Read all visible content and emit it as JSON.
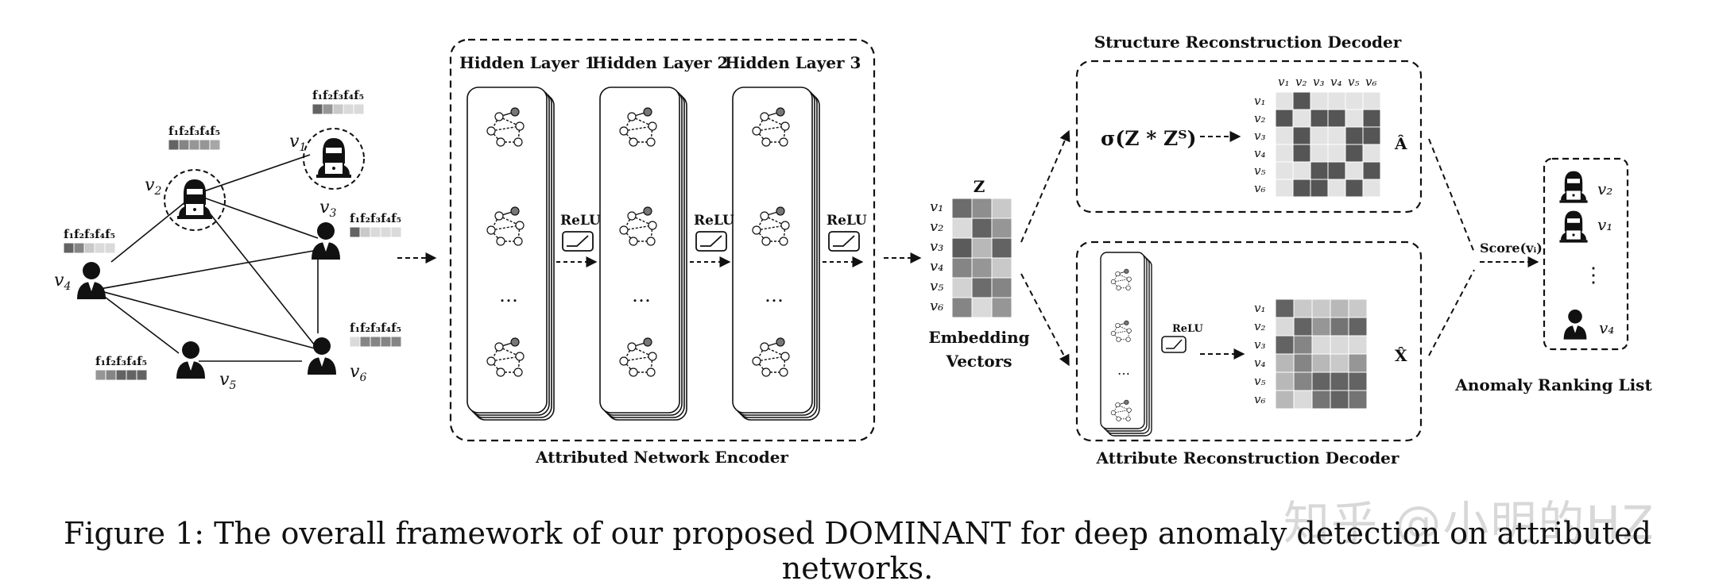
{
  "graph": {
    "nodes": {
      "v1": {
        "label": "v",
        "sub": "1",
        "anomalous": true
      },
      "v2": {
        "label": "v",
        "sub": "2",
        "anomalous": true
      },
      "v3": {
        "label": "v",
        "sub": "3",
        "anomalous": false
      },
      "v4": {
        "label": "v",
        "sub": "4",
        "anomalous": false
      },
      "v5": {
        "label": "v",
        "sub": "5",
        "anomalous": false
      },
      "v6": {
        "label": "v",
        "sub": "6",
        "anomalous": false
      }
    },
    "feature_label": "f₁f₂f₃f₄f₅"
  },
  "encoder": {
    "title": "Attributed Network Encoder",
    "layers": [
      "Hidden Layer 1",
      "Hidden Layer 2",
      "Hidden Layer 3"
    ],
    "activation": "ReLU",
    "ellipsis": "…"
  },
  "embedding": {
    "symbol": "Z",
    "title_line1": "Embedding",
    "title_line2": "Vectors",
    "rows": [
      "v₁",
      "v₂",
      "v₃",
      "v₄",
      "v₅",
      "v₆"
    ],
    "cells": [
      [
        0.75,
        0.55,
        0.2
      ],
      [
        0.1,
        0.8,
        0.5
      ],
      [
        0.85,
        0.3,
        0.8
      ],
      [
        0.6,
        0.5,
        0.2
      ],
      [
        0.15,
        0.75,
        0.6
      ],
      [
        0.6,
        0.1,
        0.5
      ]
    ]
  },
  "structure_decoder": {
    "title": "Structure Reconstruction Decoder",
    "formula": "σ(Z * Zᵀ)",
    "output": "Â",
    "cols": [
      "v₁",
      "v₂",
      "v₃",
      "v₄",
      "v₅",
      "v₆"
    ],
    "rows": [
      "v₁",
      "v₂",
      "v₃",
      "v₄",
      "v₅",
      "v₆"
    ],
    "cells": [
      [
        0,
        1,
        0,
        0,
        0,
        0
      ],
      [
        1,
        0,
        1,
        1,
        0,
        1
      ],
      [
        0,
        1,
        0,
        0,
        1,
        1
      ],
      [
        0,
        1,
        0,
        0,
        1,
        0
      ],
      [
        0,
        0,
        1,
        1,
        0,
        1
      ],
      [
        0,
        1,
        1,
        0,
        1,
        0
      ]
    ]
  },
  "attribute_decoder": {
    "title": "Attribute Reconstruction Decoder",
    "activation": "ReLU",
    "output": "X̂",
    "rows": [
      "v₁",
      "v₂",
      "v₃",
      "v₄",
      "v₅",
      "v₆"
    ],
    "cells": [
      [
        0.8,
        0.2,
        0.2,
        0.3,
        0.2
      ],
      [
        0.1,
        0.8,
        0.5,
        0.7,
        0.8
      ],
      [
        0.8,
        0.6,
        0.1,
        0.1,
        0.1
      ],
      [
        0.3,
        0.6,
        0.3,
        0.2,
        0.5
      ],
      [
        0.3,
        0.6,
        0.8,
        0.8,
        0.8
      ],
      [
        0.3,
        0.1,
        0.7,
        0.8,
        0.7
      ]
    ]
  },
  "score_label": "Score(vᵢ)",
  "ranking": {
    "title": "Anomaly Ranking List",
    "items": [
      "v₂",
      "v₁",
      "v₄"
    ],
    "ellipsis": "⋮"
  },
  "caption": "Figure 1: The overall framework of our proposed DOMINANT for deep anomaly detection on attributed networks.",
  "watermark": "知乎 @小明的HZ"
}
